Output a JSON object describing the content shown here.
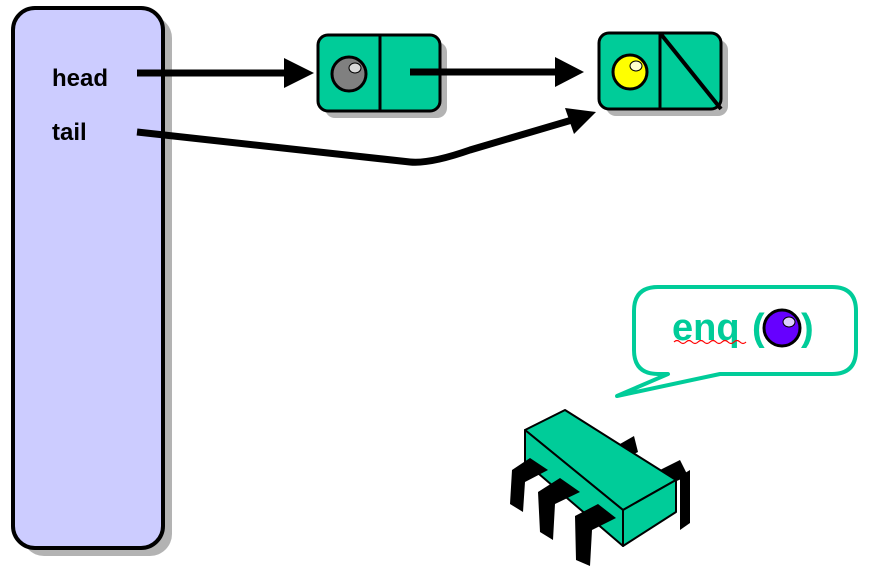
{
  "queue": {
    "head_label": "head",
    "tail_label": "tail"
  },
  "nodes": [
    {
      "item": "gray-ball",
      "next": "next-pointer"
    },
    {
      "item": "yellow-ball",
      "next": "null-slash"
    }
  ],
  "callout": {
    "method_label": "enq",
    "open_paren": "(",
    "close_paren": ")",
    "argument": "purple-ball"
  },
  "colors": {
    "panel_fill": "#ccccff",
    "node_fill": "#00cc99",
    "callout_stroke": "#00cc99",
    "callout_text": "#00cc99",
    "gray_ball": "#808080",
    "yellow_ball": "#ffff00",
    "purple_ball": "#6600ff",
    "outline": "#000000",
    "shadow": "#b3b3b3"
  },
  "icons": {
    "thread": "bug-thread-icon"
  }
}
